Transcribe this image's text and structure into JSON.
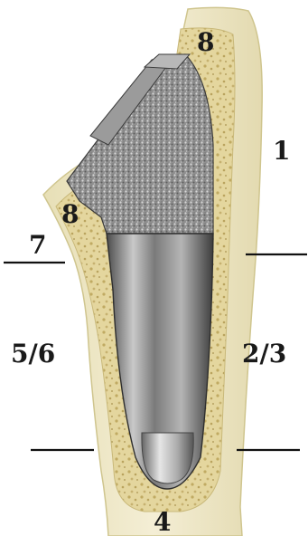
{
  "diagram": {
    "zone_labels": {
      "z1": "1",
      "z23": "2/3",
      "z4": "4",
      "z56": "5/6",
      "z7": "7",
      "z8_top": "8",
      "z8_left": "8"
    },
    "colors": {
      "bone_outer": "#efe8c6",
      "bone_edge": "#d8cf9c",
      "cancellous": "#e2d49a",
      "pore": "#b9a35e",
      "stem_metal": "#8a8a8a",
      "porous_coating": "#9c9c9c",
      "divider": "#111111"
    }
  }
}
